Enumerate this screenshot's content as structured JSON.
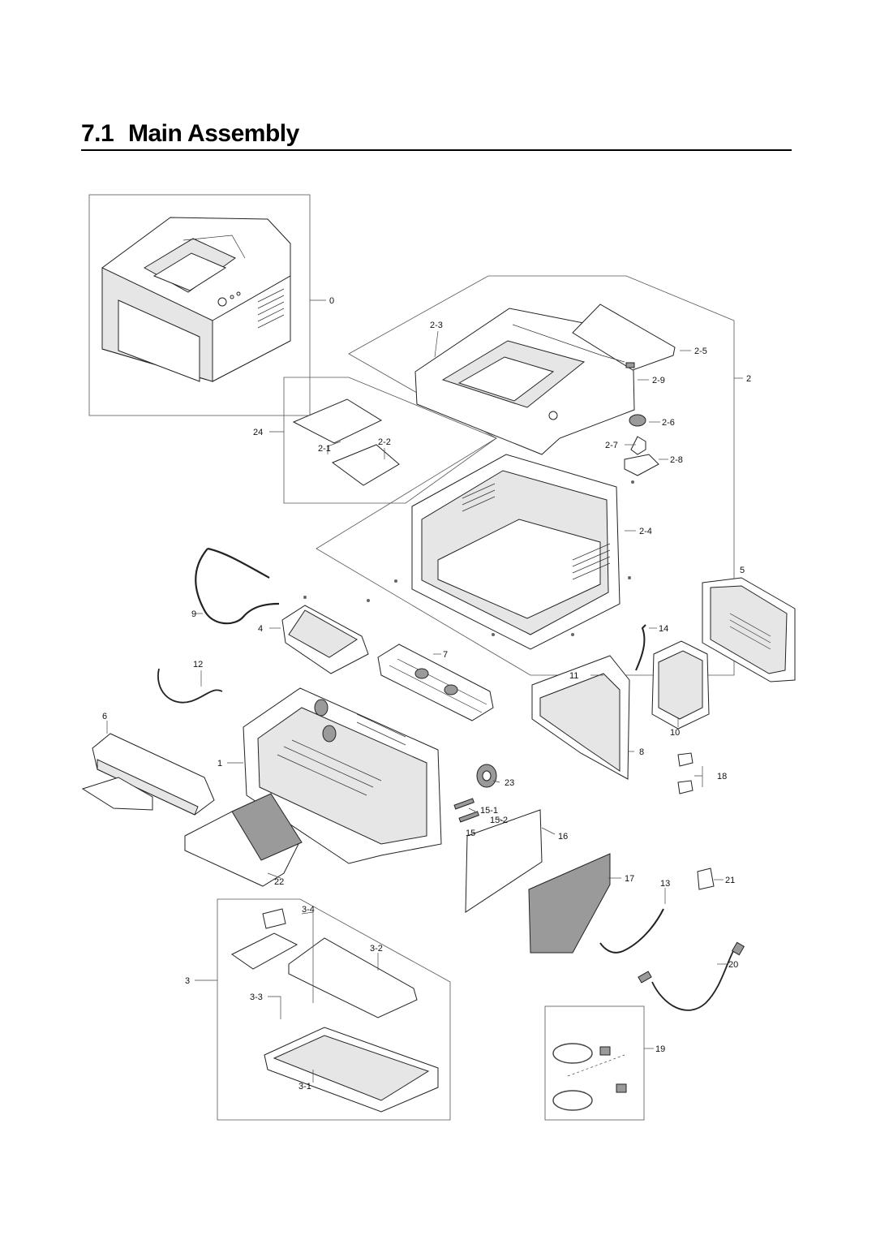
{
  "heading": {
    "number": "7.1",
    "title": "Main Assembly"
  },
  "callouts": {
    "c0": "0",
    "c1": "1",
    "c2": "2",
    "c2_1": "2-1",
    "c2_2": "2-2",
    "c2_3": "2-3",
    "c2_4": "2-4",
    "c2_5": "2-5",
    "c2_6": "2-6",
    "c2_7": "2-7",
    "c2_8": "2-8",
    "c2_9": "2-9",
    "c3": "3",
    "c3_1": "3-1",
    "c3_2": "3-2",
    "c3_3": "3-3",
    "c3_4": "3-4",
    "c4": "4",
    "c5": "5",
    "c6": "6",
    "c7": "7",
    "c8": "8",
    "c9": "9",
    "c10": "10",
    "c11": "11",
    "c12": "12",
    "c13": "13",
    "c14": "14",
    "c15": "15",
    "c15_1": "15-1",
    "c15_2": "15-2",
    "c16": "16",
    "c17": "17",
    "c18": "18",
    "c19": "19",
    "c20": "20",
    "c21": "21",
    "c22": "22",
    "c23": "23",
    "c24": "24"
  }
}
